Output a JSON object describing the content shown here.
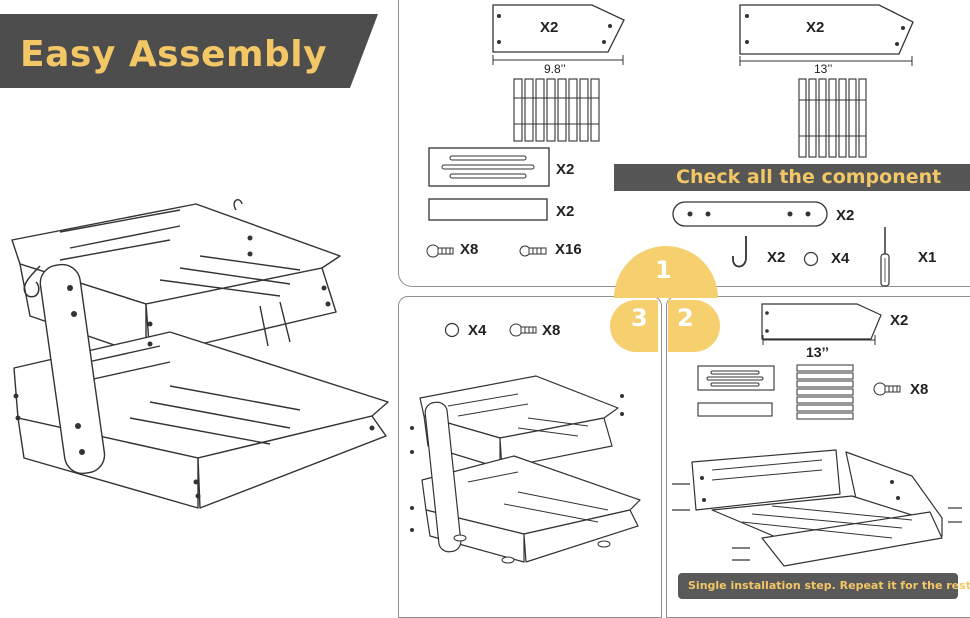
{
  "title": "Easy Assembly",
  "check_banner": "Check all the component",
  "note": "Single installation step. Repeat it for the rest.",
  "steps": {
    "one": "1",
    "two": "2",
    "three": "3"
  },
  "parts": {
    "board_small_qty": "X2",
    "board_small_dim": "9.8’’",
    "board_large_qty": "X2",
    "board_large_dim": "13’’",
    "slot_panel_qty": "X2",
    "plain_bar_qty": "X2",
    "screw_large_qty": "X8",
    "screw_small_qty": "X16",
    "side_strip_qty": "X2",
    "hook_qty": "X2",
    "washer_qty": "X4",
    "screwdriver_qty": "X1"
  },
  "step3": {
    "washer_qty": "X4",
    "screw_qty": "X8"
  },
  "step2": {
    "board_qty": "X2",
    "board_dim": "13’’",
    "screw_qty": "X8"
  },
  "colors": {
    "banner_bg": "#4d4d4d",
    "accent": "#f3c766",
    "step_circle": "#f6cf6f",
    "panel_border": "#8f8f8f"
  }
}
